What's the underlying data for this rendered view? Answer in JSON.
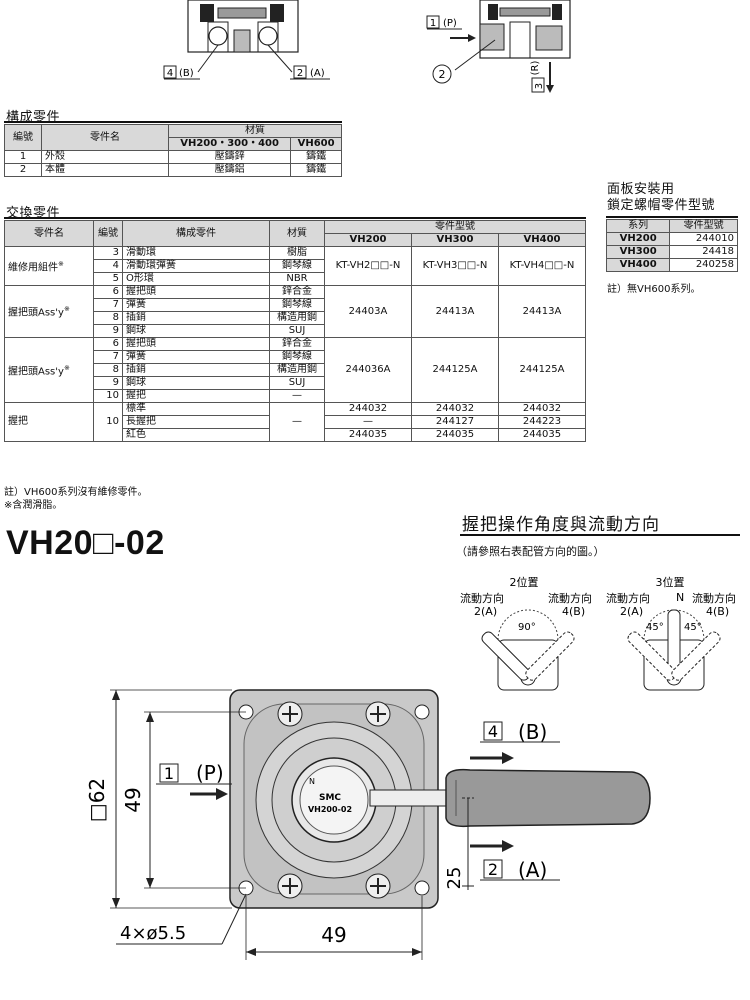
{
  "top_diagram": {
    "label_b": "4",
    "label_b_text": "(B)",
    "label_a": "2",
    "label_a_text": "(A)",
    "label_p": "1",
    "label_p_text": "(P)",
    "circle_num": "2",
    "label_r": "3",
    "label_r_text": "(R)"
  },
  "parts_table": {
    "title": "構成零件",
    "headers": [
      "編號",
      "零件名",
      "材質",
      "VH200・300・400",
      "VH600"
    ],
    "rows": [
      {
        "no": "1",
        "name": "外殼",
        "vh200": "壓鑄鋅",
        "vh600": "鑄鐵"
      },
      {
        "no": "2",
        "name": "本體",
        "vh200": "壓鑄鋁",
        "vh600": "鑄鐵"
      }
    ]
  },
  "replacement_table": {
    "title": "交換零件",
    "headers": {
      "part_name": "零件名",
      "no": "編號",
      "component": "構成零件",
      "material": "材質",
      "model": "零件型號",
      "vh200": "VH200",
      "vh300": "VH300",
      "vh400": "VH400"
    },
    "group1": {
      "name": "維修用組件",
      "mark": "※",
      "rows": [
        {
          "no": "3",
          "comp": "滑動環",
          "mat": "樹脂"
        },
        {
          "no": "4",
          "comp": "滑動環彈簧",
          "mat": "鋼琴線"
        },
        {
          "no": "5",
          "comp": "O形環",
          "mat": "NBR"
        }
      ],
      "vh200": "KT-VH2□□-N",
      "vh300": "KT-VH3□□-N",
      "vh400": "KT-VH4□□-N"
    },
    "group2": {
      "name": "握把頭Ass'y",
      "mark": "※",
      "rows": [
        {
          "no": "6",
          "comp": "握把頭",
          "mat": "鋅合金"
        },
        {
          "no": "7",
          "comp": "彈簧",
          "mat": "鋼琴線"
        },
        {
          "no": "8",
          "comp": "插銷",
          "mat": "構造用鋼"
        },
        {
          "no": "9",
          "comp": "鋼球",
          "mat": "SUJ"
        }
      ],
      "vh200": "24403A",
      "vh300": "24413A",
      "vh400": "24413A"
    },
    "group3": {
      "name": "握把頭Ass'y",
      "mark": "※",
      "rows": [
        {
          "no": "6",
          "comp": "握把頭",
          "mat": "鋅合金"
        },
        {
          "no": "7",
          "comp": "彈簧",
          "mat": "鋼琴線"
        },
        {
          "no": "8",
          "comp": "插銷",
          "mat": "構造用鋼"
        },
        {
          "no": "9",
          "comp": "鋼球",
          "mat": "SUJ"
        },
        {
          "no": "10",
          "comp": "握把",
          "mat": "—"
        }
      ],
      "vh200": "244036A",
      "vh300": "244125A",
      "vh400": "244125A"
    },
    "group4": {
      "name": "握把",
      "no": "10",
      "mat": "—",
      "rows": [
        {
          "comp": "標準",
          "vh200": "244032",
          "vh300": "244032",
          "vh400": "244032"
        },
        {
          "comp": "長握把",
          "vh200": "—",
          "vh300": "244127",
          "vh400": "244223"
        },
        {
          "comp": "紅色",
          "vh200": "244035",
          "vh300": "244035",
          "vh400": "244035"
        }
      ]
    },
    "note1": "註）VH600系列沒有維修零件。",
    "note2": "※含潤滑脂。"
  },
  "panel_table": {
    "title_line1": "面板安裝用",
    "title_line2": "鎖定螺帽零件型號",
    "headers": [
      "系列",
      "零件型號"
    ],
    "rows": [
      {
        "series": "VH200",
        "part": "244010"
      },
      {
        "series": "VH300",
        "part": "24418"
      },
      {
        "series": "VH400",
        "part": "240258"
      }
    ],
    "note": "註）無VH600系列。"
  },
  "model_title": "VH20□-02",
  "handle_section": {
    "title": "握把操作角度與流動方向",
    "subtitle": "（請參照右表配管方向的圖。）",
    "pos2_title": "2位置",
    "pos3_title": "3位置",
    "flow_dir": "流動方向",
    "port_2a": "2(A)",
    "port_4b": "4(B)",
    "angle_90": "90°",
    "angle_45": "45°",
    "neutral": "N"
  },
  "main_drawing": {
    "dim_62": "□62",
    "dim_49_v": "49",
    "dim_49_h": "49",
    "dim_25": "25",
    "hole_label": "4×ø5.5",
    "port_p_num": "1",
    "port_p": "(P)",
    "port_b_num": "4",
    "port_b": "(B)",
    "port_a_num": "2",
    "port_a": "(A)",
    "knob_brand": "SMC",
    "knob_model": "VH200-02",
    "knob_n": "N"
  }
}
